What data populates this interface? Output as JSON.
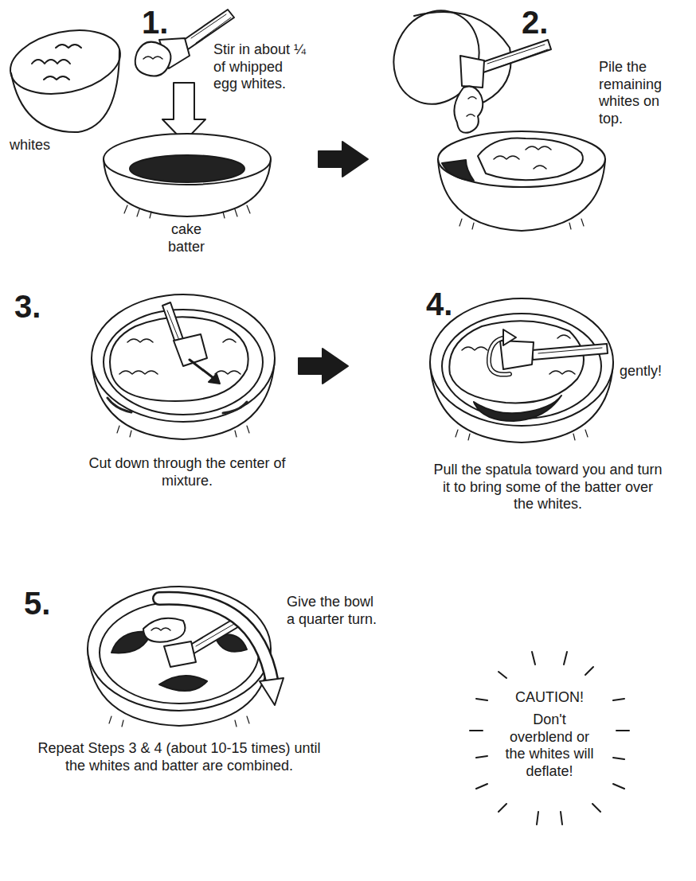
{
  "diagram": {
    "labels": [
      "1.",
      "Stir in about ¼ of whipped egg whites.",
      "whites",
      "cake batter",
      "2.",
      "Pile the remaining whites on top.",
      "3.",
      "Cut down through the center of mixture.",
      "4.",
      "gently!",
      "Pull the spatula toward you and turn it to bring some of the batter over the whites.",
      "5.",
      "Give the bowl a quarter turn.",
      "Repeat Steps 3 & 4 (about 10-15 times) until the whites and batter are combined.",
      "CAUTION!",
      "Don't overblend or the whites will deflate!"
    ]
  }
}
